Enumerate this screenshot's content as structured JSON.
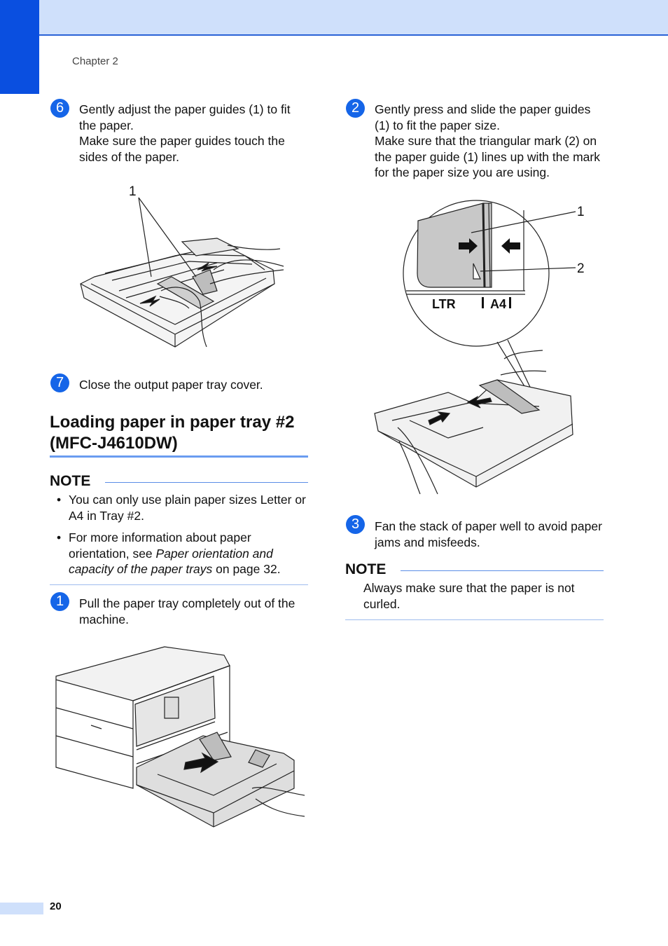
{
  "header": {
    "chapter": "Chapter 2"
  },
  "left": {
    "step6": {
      "number": "6",
      "text_1": "Gently adjust the paper guides (1) to fit the paper.",
      "text_2": "Make sure the paper guides touch the sides of the paper."
    },
    "fig1": {
      "callout": "1"
    },
    "step7": {
      "number": "7",
      "text": "Close the output paper tray cover."
    },
    "section": {
      "title": "Loading paper in paper tray #2 (MFC-J4610DW)"
    },
    "note": {
      "title": "NOTE",
      "bullet_1": "You can only use plain paper sizes Letter or A4 in Tray #2.",
      "bullet_2_prefix": "For more information about paper orientation, see ",
      "bullet_2_italic": "Paper orientation and capacity of the paper trays",
      "bullet_2_suffix": " on page 32."
    },
    "step1": {
      "number": "1",
      "text": "Pull the paper tray completely out of the machine."
    }
  },
  "right": {
    "step2": {
      "number": "2",
      "text_1": "Gently press and slide the paper guides (1) to fit the paper size.",
      "text_2": "Make sure that the triangular mark (2) on the paper guide (1) lines up with the mark for the paper size you are using."
    },
    "fig2": {
      "callout_1": "1",
      "callout_2": "2",
      "label_ltr": "LTR",
      "label_a4": "A4"
    },
    "step3": {
      "number": "3",
      "text": "Fan the stack of paper well to avoid paper jams and misfeeds."
    },
    "note": {
      "title": "NOTE",
      "text": "Always make sure that the paper is not curled."
    }
  },
  "footer": {
    "page_number": "20"
  }
}
